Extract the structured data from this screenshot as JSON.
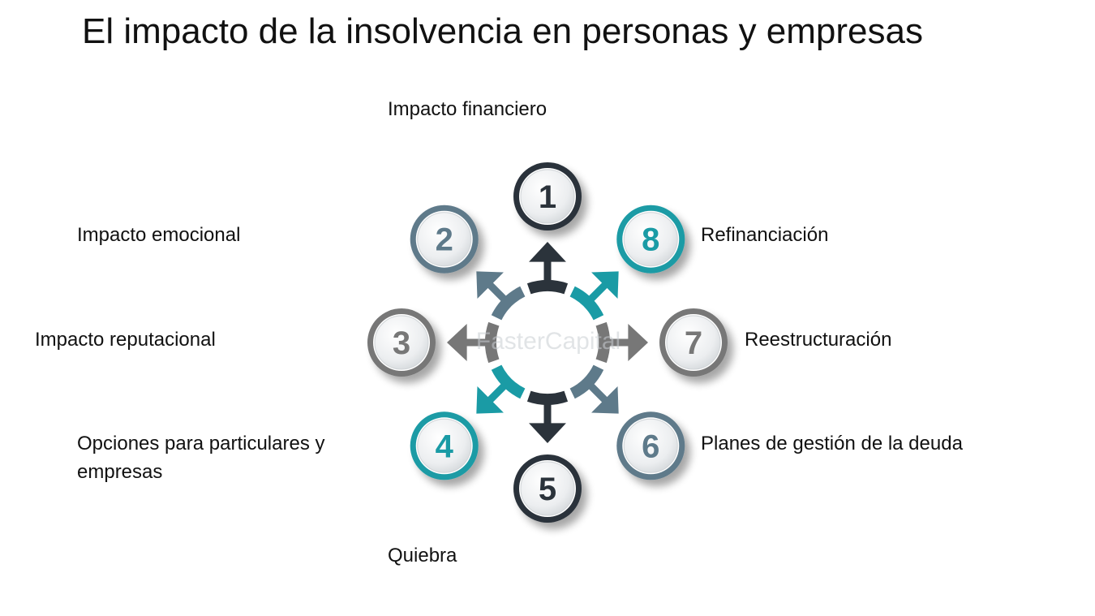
{
  "title": "El impacto de la insolvencia en personas y empresas",
  "watermark": "FasterCapital",
  "colors": {
    "dark": "#2b333b",
    "slate": "#5e7a8a",
    "gray": "#777777",
    "teal": "#1a9ba5"
  },
  "nodes": [
    {
      "number": "1",
      "label": "Impacto financiero",
      "color": "dark"
    },
    {
      "number": "2",
      "label": "Impacto emocional",
      "color": "slate"
    },
    {
      "number": "3",
      "label": "Impacto reputacional",
      "color": "gray"
    },
    {
      "number": "4",
      "label": "Opciones para particulares y empresas",
      "color": "teal"
    },
    {
      "number": "5",
      "label": "Quiebra",
      "color": "dark"
    },
    {
      "number": "6",
      "label": "Planes de gestión de la deuda",
      "color": "slate"
    },
    {
      "number": "7",
      "label": "Reestructuración",
      "color": "gray"
    },
    {
      "number": "8",
      "label": "Refinanciación",
      "color": "teal"
    }
  ]
}
